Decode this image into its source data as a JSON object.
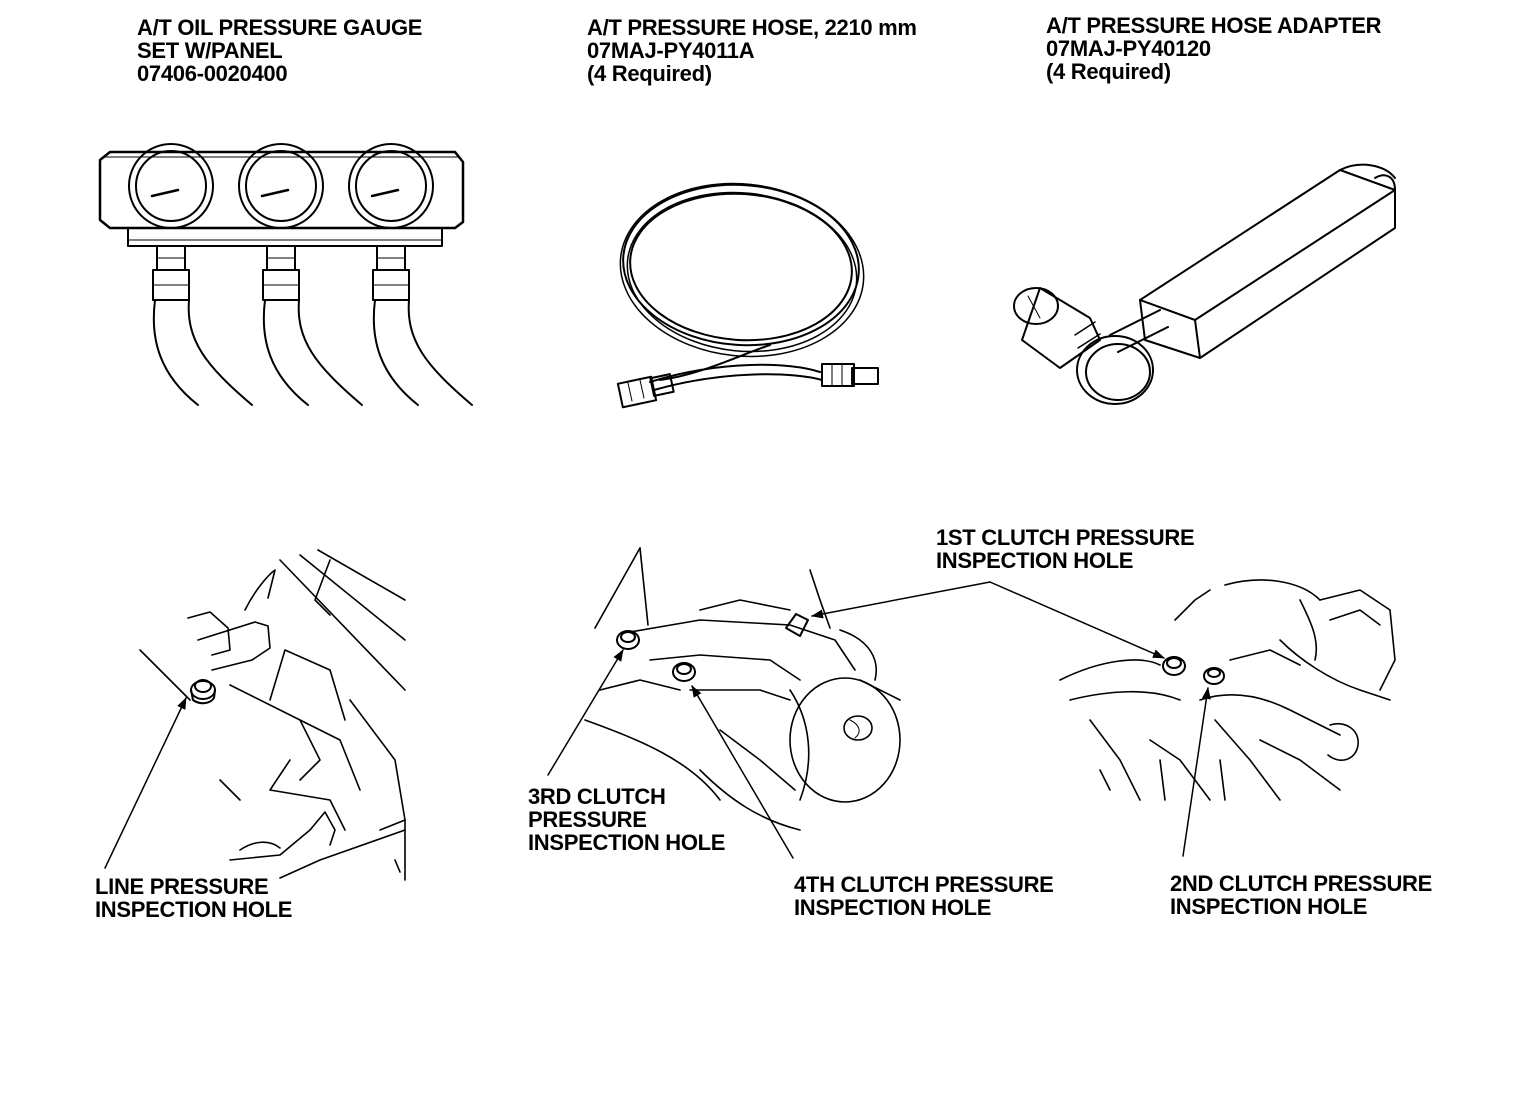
{
  "tools": [
    {
      "line1": "A/T OIL PRESSURE GAUGE",
      "line2": "SET W/PANEL",
      "line3": "07406-0020400"
    },
    {
      "line1": "A/T PRESSURE HOSE, 2210 mm",
      "line2": "07MAJ-PY4011A",
      "line3": "(4 Required)"
    },
    {
      "line1": "A/T PRESSURE HOSE ADAPTER",
      "line2": "07MAJ-PY40120",
      "line3": "(4 Required)"
    }
  ],
  "callouts": {
    "line_pressure": {
      "line1": "LINE PRESSURE",
      "line2": "INSPECTION HOLE"
    },
    "clutch_3rd": {
      "line1": "3RD CLUTCH",
      "line2": "PRESSURE",
      "line3": "INSPECTION HOLE"
    },
    "clutch_4th": {
      "line1": "4TH CLUTCH PRESSURE",
      "line2": "INSPECTION HOLE"
    },
    "clutch_1st": {
      "line1": "1ST CLUTCH PRESSURE",
      "line2": "INSPECTION HOLE"
    },
    "clutch_2nd": {
      "line1": "2ND CLUTCH PRESSURE",
      "line2": "INSPECTION HOLE"
    }
  }
}
